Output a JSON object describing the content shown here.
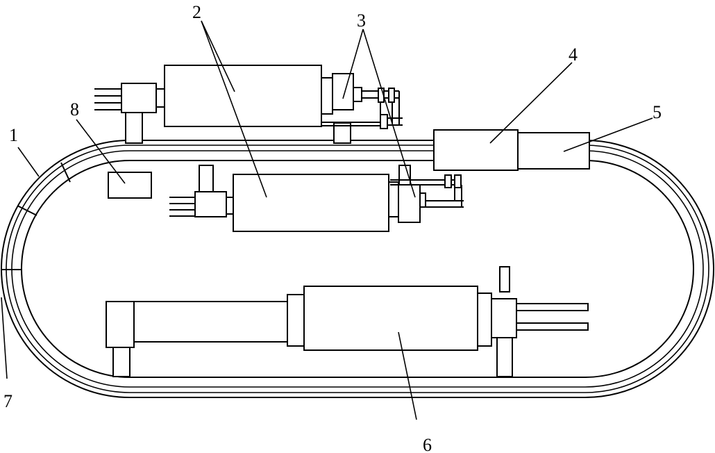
{
  "labels": {
    "n1": "1",
    "n2": "2",
    "n3": "3",
    "n4": "4",
    "n5": "5",
    "n6": "6",
    "n7": "7",
    "n8": "8"
  }
}
